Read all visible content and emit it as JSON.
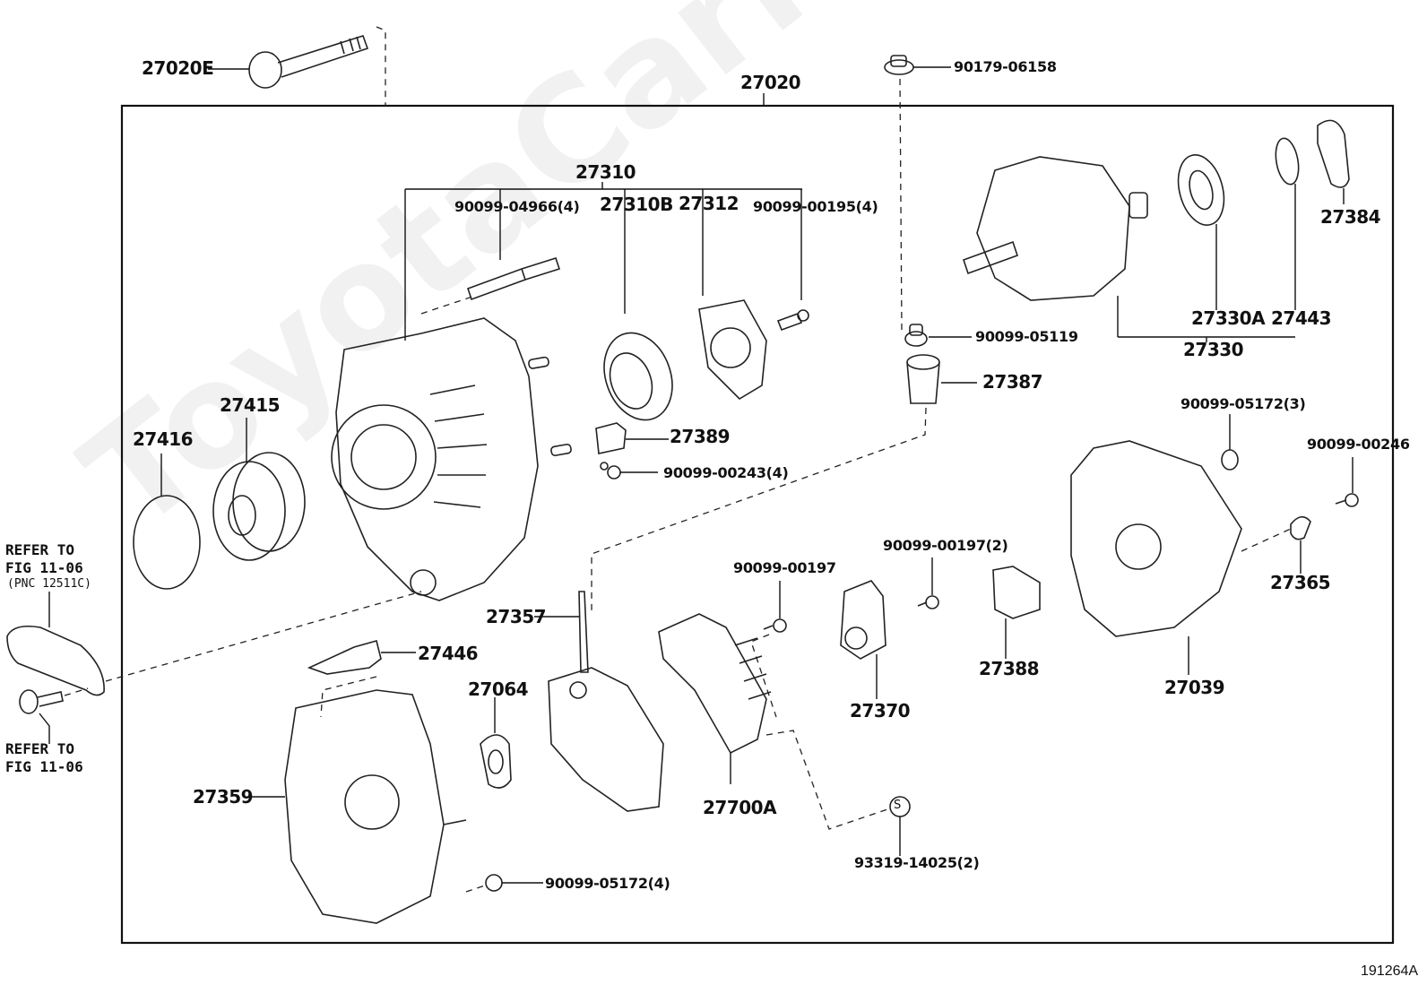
{
  "diagram": {
    "figure_id": "191264A",
    "watermark": "ToyotaCarMirror.ru",
    "assembly_label": "27020",
    "group_labels": {
      "stator_group": "27310",
      "rotor_group": "27330"
    },
    "parts": [
      {
        "id": "27020E",
        "label": "27020E"
      },
      {
        "id": "90179-06158",
        "label": "90179-06158"
      },
      {
        "id": "90099-04966",
        "label": "90099-04966(4)"
      },
      {
        "id": "27310B",
        "label": "27310B"
      },
      {
        "id": "27312",
        "label": "27312"
      },
      {
        "id": "90099-00195",
        "label": "90099-00195(4)"
      },
      {
        "id": "27384",
        "label": "27384"
      },
      {
        "id": "27330A",
        "label": "27330A"
      },
      {
        "id": "27443",
        "label": "27443"
      },
      {
        "id": "90099-05119",
        "label": "90099-05119"
      },
      {
        "id": "27387",
        "label": "27387"
      },
      {
        "id": "27416",
        "label": "27416"
      },
      {
        "id": "27415",
        "label": "27415"
      },
      {
        "id": "27389",
        "label": "27389"
      },
      {
        "id": "90099-00243",
        "label": "90099-00243(4)"
      },
      {
        "id": "90099-05172-3",
        "label": "90099-05172(3)"
      },
      {
        "id": "90099-00246",
        "label": "90099-00246"
      },
      {
        "id": "27365",
        "label": "27365"
      },
      {
        "id": "90099-00197-2",
        "label": "90099-00197(2)"
      },
      {
        "id": "90099-00197",
        "label": "90099-00197"
      },
      {
        "id": "27357",
        "label": "27357"
      },
      {
        "id": "27446",
        "label": "27446"
      },
      {
        "id": "27064",
        "label": "27064"
      },
      {
        "id": "27388",
        "label": "27388"
      },
      {
        "id": "27039",
        "label": "27039"
      },
      {
        "id": "27370",
        "label": "27370"
      },
      {
        "id": "27359",
        "label": "27359"
      },
      {
        "id": "27700A",
        "label": "27700A"
      },
      {
        "id": "93319-14025",
        "label": "93319-14025(2)"
      },
      {
        "id": "90099-05172-4",
        "label": "90099-05172(4)"
      }
    ],
    "references": {
      "bracket_line1": "REFER TO",
      "bracket_line2": "FIG 11-06",
      "bracket_line3": "(PNC 12511C)",
      "bolt_line1": "REFER TO",
      "bolt_line2": "FIG 11-06"
    },
    "symbols": {
      "s_mark": "S"
    }
  }
}
